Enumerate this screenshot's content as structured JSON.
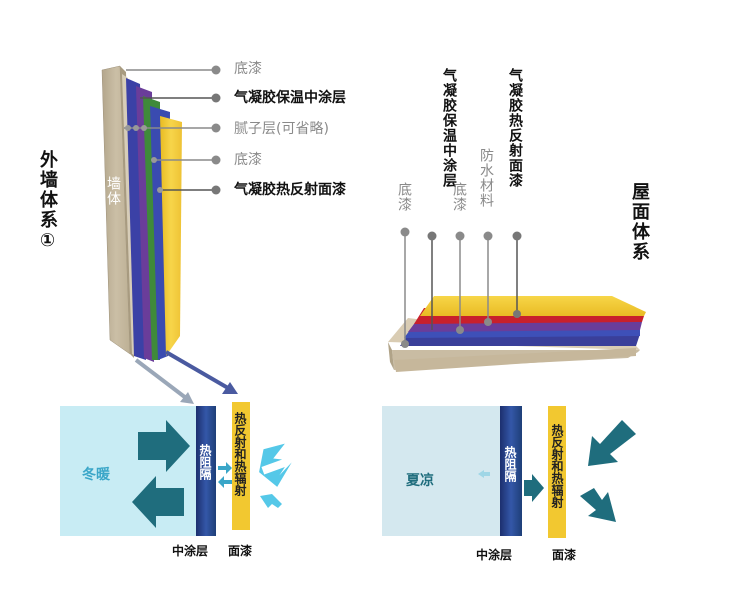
{
  "exterior_wall": {
    "title": "外墙体系①",
    "wall_label": "墙体",
    "layers": [
      {
        "label": "底漆",
        "style": "gray"
      },
      {
        "label": "气凝胶保温中涂层",
        "style": "bold"
      },
      {
        "label": "腻子层(可省略)",
        "style": "gray"
      },
      {
        "label": "底漆",
        "style": "gray"
      },
      {
        "label": "气凝胶热反射面漆",
        "style": "bold"
      }
    ]
  },
  "roof": {
    "title": "屋面体系",
    "layers": [
      {
        "label": "底漆",
        "style": "gray"
      },
      {
        "label": "气凝胶保温中涂层",
        "style": "bold"
      },
      {
        "label": "底漆",
        "style": "gray"
      },
      {
        "label": "防水材料",
        "style": "gray"
      },
      {
        "label": "气凝胶热反射面漆",
        "style": "bold"
      }
    ]
  },
  "winter_panel": {
    "season": "冬暖",
    "insulation_label": "热阻隔",
    "reflect_label": "热反射和热辐射",
    "mid_caption": "中涂层",
    "top_caption": "面漆"
  },
  "summer_panel": {
    "season": "夏凉",
    "insulation_label": "热阻隔",
    "reflect_label": "热反射和热辐射",
    "mid_caption": "中涂层",
    "top_caption": "面漆"
  },
  "colors": {
    "wall": "#c9bca3",
    "blue": "#3a3fa8",
    "green": "#3f8a3a",
    "yellow": "#f2c830",
    "red": "#c8202c",
    "arrow_dark": "#1f6d7d",
    "arrow_light": "#55c8e8",
    "winter_bg": "#c8ecf4",
    "summer_bg": "#d4e8ef"
  }
}
